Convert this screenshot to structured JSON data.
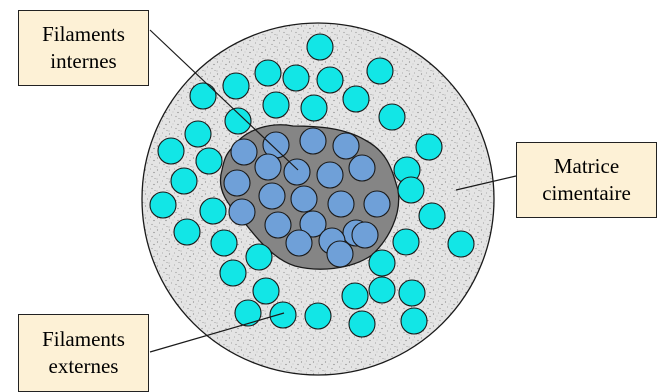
{
  "labels": {
    "internal_filaments": {
      "line1": "Filaments",
      "line2": "internes"
    },
    "cement_matrix": {
      "line1": "Matrice",
      "line2": "cimentaire"
    },
    "external_filaments": {
      "line1": "Filaments",
      "line2": "externes"
    }
  },
  "colors": {
    "label_background": "#fdf1d6",
    "matrix_fill": "#e4e4e4",
    "matrix_speckle": "#8a8a8a",
    "core_fill": "#858585",
    "internal_filament_fill": "#6fa0d8",
    "external_filament_fill": "#12e6e6",
    "outline": "#1a1a1a"
  }
}
